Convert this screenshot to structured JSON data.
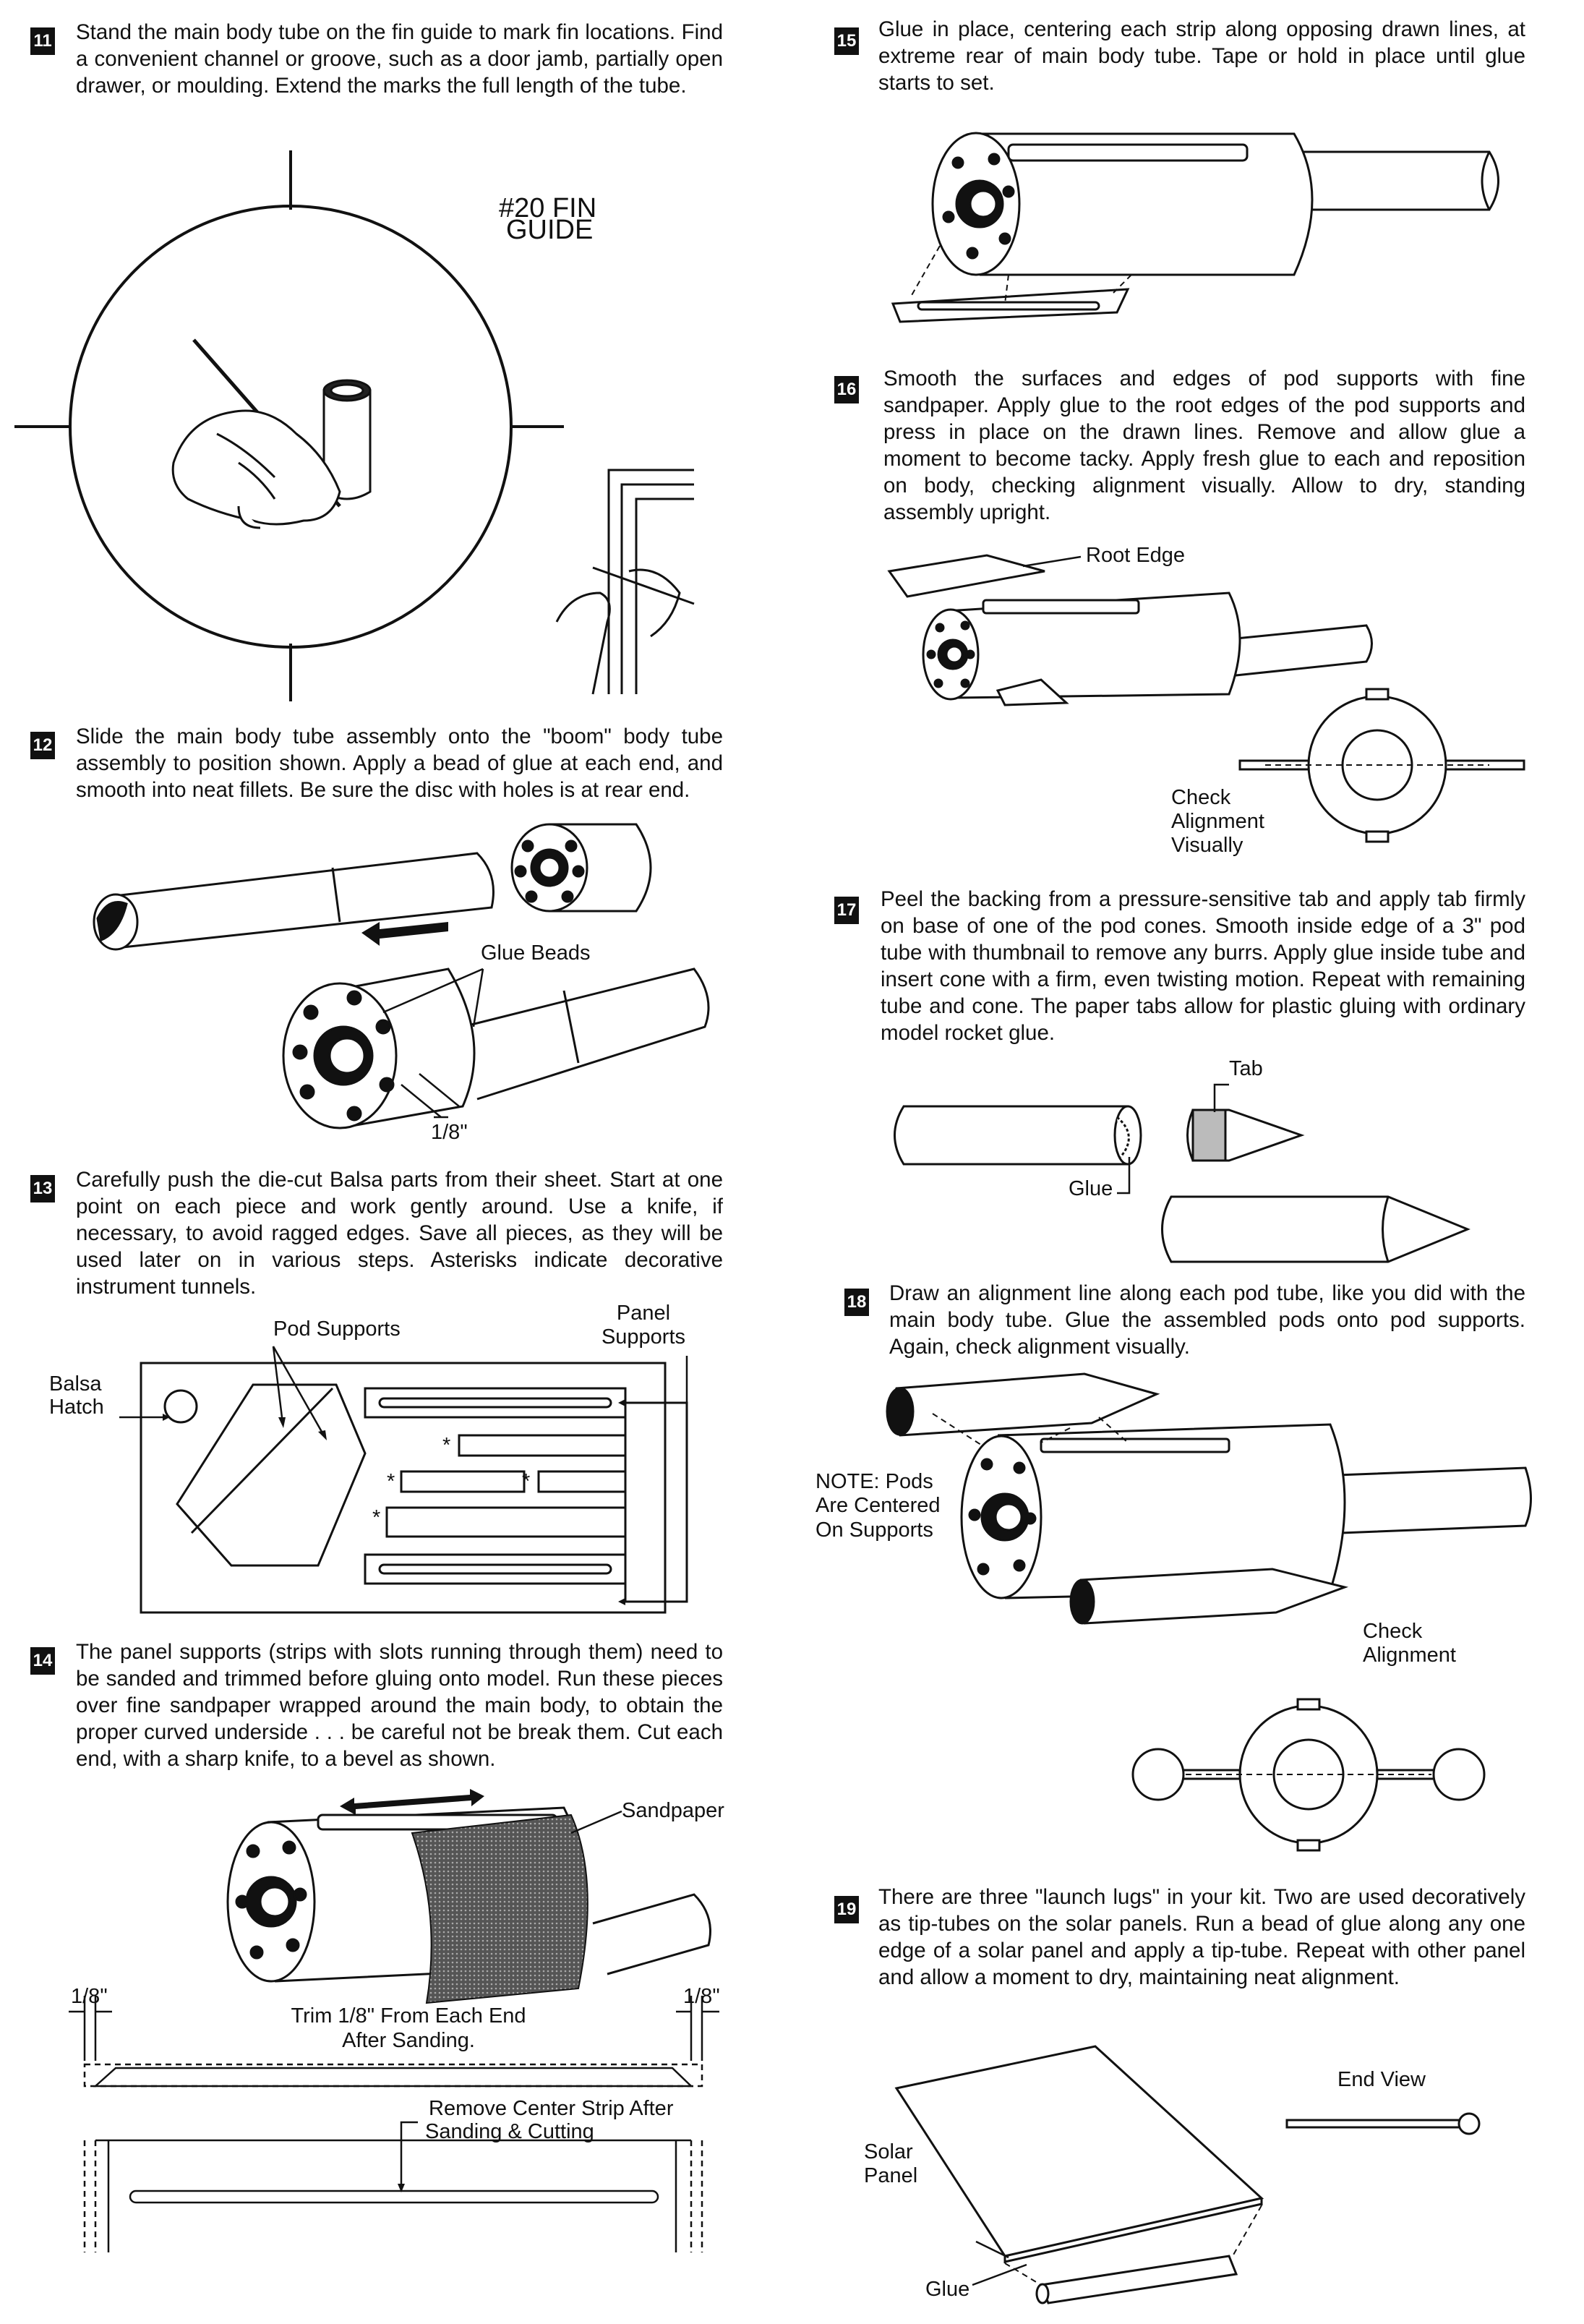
{
  "steps": [
    {
      "num": "11",
      "text": "Stand the main body tube on the fin guide to mark fin locations. Find a convenient channel or groove, such as a door jamb, partially open drawer, or moulding. Extend the marks the full length of the tube."
    },
    {
      "num": "12",
      "text": "Slide the main body tube assembly onto the \"boom\" body tube assembly to position shown. Apply a bead of glue at each end, and smooth into neat fillets. Be sure the disc with holes is at rear end."
    },
    {
      "num": "13",
      "text": "Carefully push the die-cut Balsa parts from their sheet. Start at one point on each piece and work gently around. Use a knife, if necessary, to avoid ragged edges. Save all pieces, as they will be used later on in various steps. Asterisks indicate decorative instrument tunnels."
    },
    {
      "num": "14",
      "text": "The panel supports (strips with slots running through them) need to be sanded and trimmed before gluing onto model. Run these pieces over fine sandpaper wrapped around the main body, to obtain the proper curved underside . . . be careful not be break them. Cut each end, with a sharp knife, to a bevel as shown."
    },
    {
      "num": "15",
      "text": "Glue in place, centering each strip along opposing drawn lines, at extreme rear of main body tube. Tape or hold in place until glue starts to set."
    },
    {
      "num": "16",
      "text": "Smooth the surfaces and edges of pod supports with fine sandpaper. Apply glue to the root edges of the pod supports and press in place on the drawn lines. Remove and allow glue a moment to become tacky. Apply fresh glue to each and reposition on body, checking alignment visually. Allow to dry, standing assembly upright."
    },
    {
      "num": "17",
      "text": "Peel the backing from a pressure-sensitive tab and apply tab firmly on base of one of the pod cones. Smooth inside edge of a 3\" pod tube with thumbnail to remove any burrs. Apply glue inside tube and insert cone with a firm, even twisting motion. Repeat with remaining tube and cone. The paper tabs allow for plastic gluing with ordinary model rocket glue."
    },
    {
      "num": "18",
      "text": "Draw an alignment line along each pod tube, like you did with the main body tube. Glue the assembled pods onto pod supports. Again, check alignment visually."
    },
    {
      "num": "19",
      "text": "There are three \"launch lugs\" in your kit. Two are used decoratively as tip-tubes on the solar panels. Run a bead of glue along any one edge of a solar panel and apply a tip-tube. Repeat with other panel and allow a moment to dry, maintaining neat alignment."
    }
  ],
  "labels": {
    "fin_guide_1": "#20 FIN",
    "fin_guide_2": "GUIDE",
    "glue_beads": "Glue Beads",
    "eighth_12": "1/8\"",
    "pod_supports": "Pod Supports",
    "panel_supports_1": "Panel",
    "panel_supports_2": "Supports",
    "balsa_hatch_1": "Balsa",
    "balsa_hatch_2": "Hatch",
    "asterisk": "*",
    "sandpaper": "Sandpaper",
    "eighth_left": "1/8\"",
    "eighth_right": "1/8\"",
    "trim_1": "Trim 1/8\" From Each End",
    "trim_2": "After Sanding.",
    "remove_1": "Remove Center Strip After",
    "remove_2": "Sanding & Cutting",
    "root_edge": "Root Edge",
    "check_align_16_1": "Check",
    "check_align_16_2": "Alignment",
    "check_align_16_3": "Visually",
    "tab": "Tab",
    "glue_17": "Glue",
    "note_1": "NOTE: Pods",
    "note_2": "Are Centered",
    "note_3": "On Supports",
    "check_18_1": "Check",
    "check_18_2": "Alignment",
    "end_view": "End View",
    "solar_1": "Solar",
    "solar_2": "Panel",
    "glue_19": "Glue"
  }
}
